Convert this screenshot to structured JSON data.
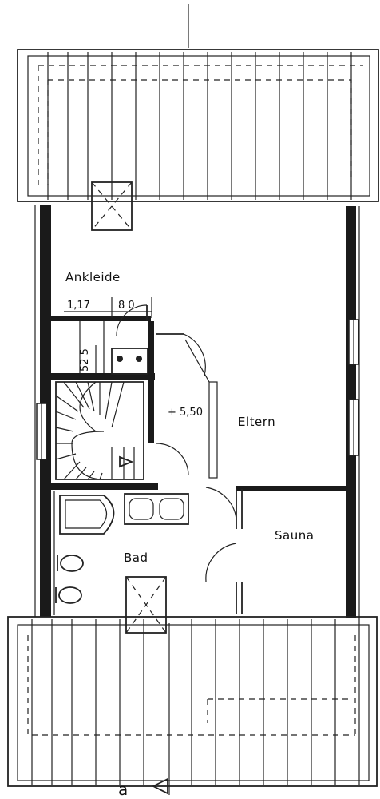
{
  "rooms": {
    "ankleide": "Ankleide",
    "eltern": "Eltern",
    "sauna": "Sauna",
    "bad": "Bad"
  },
  "dimensions": {
    "width_left": "1,17",
    "width_right": "8 0",
    "height_small": "52 5",
    "level": "+ 5,50"
  },
  "section_marker": {
    "label": "a"
  }
}
